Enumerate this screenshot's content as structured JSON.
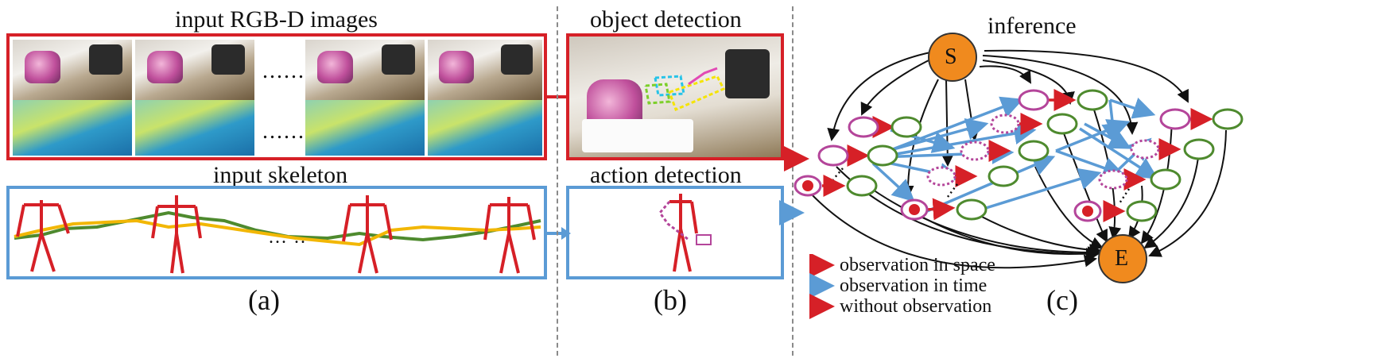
{
  "panel_a": {
    "title_rgbd": "input RGB-D images",
    "ellipsis_top": "......",
    "ellipsis_bottom": "......",
    "title_skeleton": "input skeleton",
    "skeleton_ellipsis": "... ..",
    "caption": "(a)"
  },
  "panel_b": {
    "title_object": "object detection",
    "title_action": "action detection",
    "caption": "(b)"
  },
  "panel_c": {
    "title": "inference",
    "start_node": "S",
    "end_node": "E",
    "caption": "(c)",
    "legend": [
      {
        "label": "observation in space",
        "color": "#d62027",
        "style": "solid"
      },
      {
        "label": "observation in time",
        "color": "#5b9bd5",
        "style": "solid"
      },
      {
        "label": "without observation",
        "color": "#d62027",
        "style": "dotted"
      }
    ]
  },
  "colors": {
    "red": "#d62027",
    "blue": "#5b9bd5",
    "green_node": "#4e8a2e",
    "purple_node": "#b4459a",
    "orange_node": "#f08a1e",
    "skeleton_red": "#d62027",
    "skeleton_joint": "#f2c200",
    "trajectory_green": "#4e8a2e",
    "trajectory_yellow": "#f2b705"
  }
}
